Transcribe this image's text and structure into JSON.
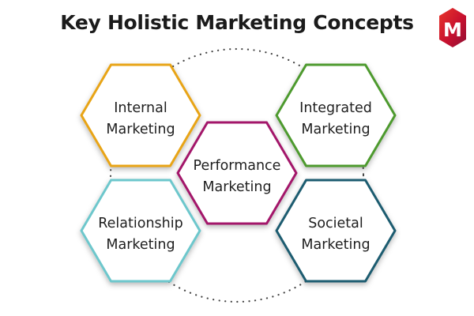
{
  "title": "Key Holistic Marketing Concepts",
  "brand_logo": {
    "letter": "M",
    "colors": [
      "#c8102e",
      "#e64a19",
      "#8e1035"
    ]
  },
  "concepts": [
    {
      "line1": "Internal",
      "line2": "Marketing",
      "color": "#e8a416"
    },
    {
      "line1": "Integrated",
      "line2": "Marketing",
      "color": "#4e9a2e"
    },
    {
      "line1": "Performance",
      "line2": "Marketing",
      "color": "#a3186a"
    },
    {
      "line1": "Relationship",
      "line2": "Marketing",
      "color": "#6dc7cc"
    },
    {
      "line1": "Societal",
      "line2": "Marketing",
      "color": "#1e5b6f"
    }
  ]
}
